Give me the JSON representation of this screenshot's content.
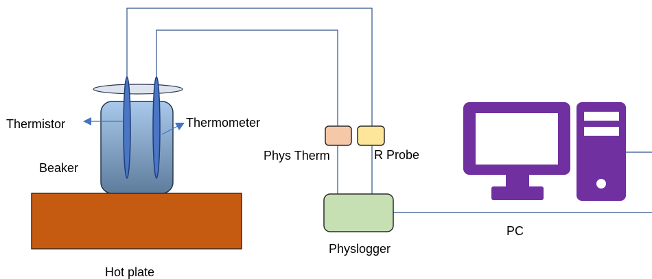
{
  "labels": {
    "thermistor": "Thermistor",
    "thermometer": "Thermometer",
    "beaker": "Beaker",
    "hot_plate": "Hot plate",
    "phys_therm": "Phys Therm",
    "r_probe": "R Probe",
    "physlogger": "Physlogger",
    "pc": "PC"
  },
  "colors": {
    "wire": "#2f4f8a",
    "beaker_top": "#a9c9ec",
    "beaker_bottom": "#5e7c9c",
    "beaker_border": "#22384f",
    "probe_fill": "#4a76c4",
    "probe_border": "#1e3c7a",
    "hot_plate": "#c55a11",
    "hot_plate_border": "#3b2a1e",
    "phys_therm_port": "#f5c9a8",
    "r_probe_port": "#fde59a",
    "physlogger": "#c6e0b4",
    "pc": "#7030a0",
    "arrow": "#4472c4"
  },
  "icons": [
    "monitor-icon",
    "computer-tower-icon"
  ]
}
